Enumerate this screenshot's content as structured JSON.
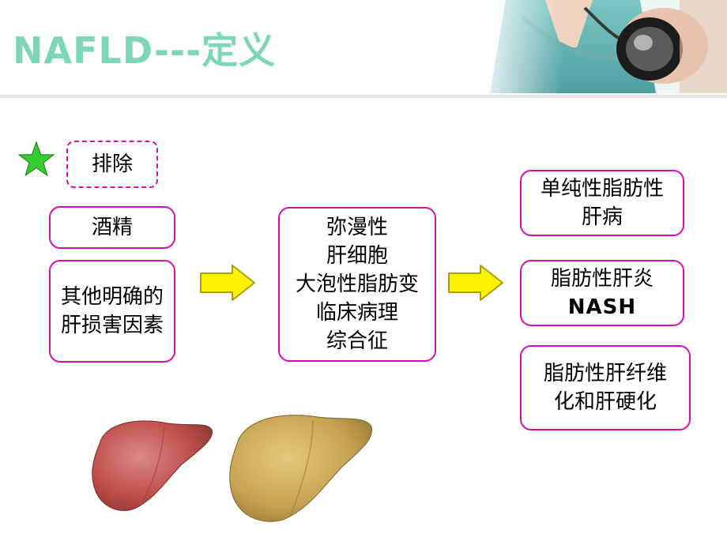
{
  "slide": {
    "title": "NAFLD---定义"
  },
  "left": {
    "exclude_label": "排除",
    "alcohol_label": "酒精",
    "other_causes_lines": [
      "其他明确的",
      "肝损害因素"
    ]
  },
  "middle": {
    "lines": [
      "弥漫性",
      "肝细胞",
      "大泡性脂肪变",
      "临床病理",
      "综合征"
    ]
  },
  "right": {
    "simple_fatty_lines": [
      "单纯性脂肪性",
      "肝病"
    ],
    "nash_lines": [
      "脂肪性肝炎",
      "NASH"
    ],
    "fibrosis_lines": [
      "脂肪性肝纤维",
      "化和肝硬化"
    ]
  },
  "colors": {
    "title": "#7ed6b8",
    "box_border": "#d30fb9",
    "arrow_fill": "#fff200",
    "arrow_stroke": "#a8a000",
    "star_fill": "#33cc33",
    "healthy_liver": "#c0504d",
    "fatty_liver": "#c7a352"
  },
  "icons": {
    "bullet": "star-icon",
    "flow_1": "arrow-right-icon",
    "flow_2": "arrow-right-icon"
  }
}
